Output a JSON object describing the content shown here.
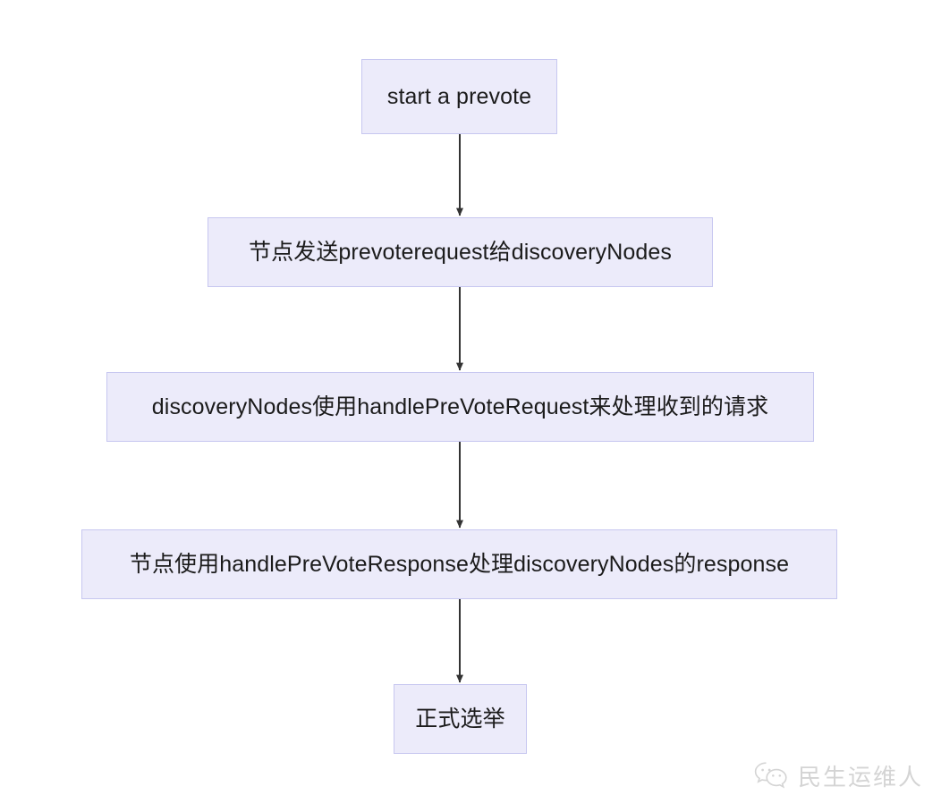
{
  "diagram": {
    "type": "flowchart",
    "direction": "top-to-bottom",
    "background_color": "#ffffff",
    "node_fill_color": "#ECEBFA",
    "node_border_color": "#C7C7F0",
    "node_text_color": "#1b1b1b",
    "edge_color": "#333333",
    "nodes": [
      {
        "id": "n1",
        "label": "start a prevote"
      },
      {
        "id": "n2",
        "label": "节点发送prevoterequest给discoveryNodes"
      },
      {
        "id": "n3",
        "label": "discoveryNodes使用handlePreVoteRequest来处理收到的请求"
      },
      {
        "id": "n4",
        "label": "节点使用handlePreVoteResponse处理discoveryNodes的response"
      },
      {
        "id": "n5",
        "label": "正式选举"
      }
    ],
    "edges": [
      {
        "from": "n1",
        "to": "n2",
        "arrow": "down"
      },
      {
        "from": "n2",
        "to": "n3",
        "arrow": "down"
      },
      {
        "from": "n3",
        "to": "n4",
        "arrow": "down"
      },
      {
        "from": "n4",
        "to": "n5",
        "arrow": "down"
      }
    ]
  },
  "watermark": {
    "icon": "wechat-icon",
    "text": "民生运维人",
    "color": "#9a9a9a"
  }
}
